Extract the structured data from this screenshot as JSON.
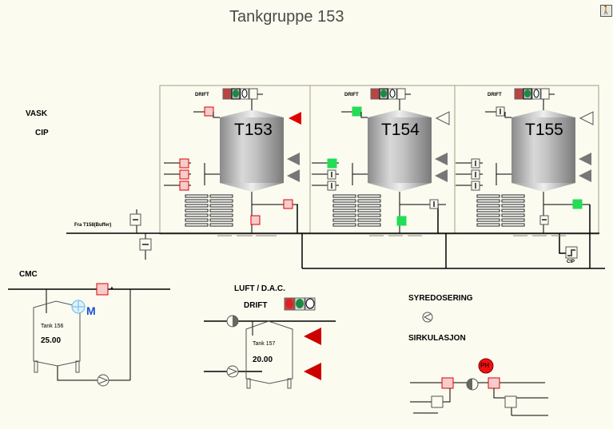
{
  "header": {
    "title": "Tankgruppe 153",
    "exit_icon": "person-walking-icon"
  },
  "left_labels": {
    "vask": "VASK",
    "cip": "CIP",
    "buffer_line": "Fra T158(Buffer)"
  },
  "tanks": [
    {
      "id": "T153",
      "drift_label": "DRIFT",
      "inlet_valve": "alarm",
      "outlet_state": "alarm",
      "fill_triangle": "red"
    },
    {
      "id": "T154",
      "drift_label": "DRIFT",
      "inlet_valve": "open",
      "outlet_state": "open",
      "fill_triangle": "outline"
    },
    {
      "id": "T155",
      "drift_label": "DRIFT",
      "inlet_valve": "closed",
      "outlet_state": "closed",
      "fill_triangle": "outline"
    }
  ],
  "cip_return": {
    "label": "CIP"
  },
  "cmc": {
    "label": "CMC",
    "tank_name": "Tank 156",
    "tank_value": "25.00",
    "mixer_label": "M"
  },
  "luft": {
    "label": "LUFT / D.A.C.",
    "drift_label": "DRIFT",
    "tank_name": "Tank 157",
    "tank_value": "20.00"
  },
  "syre": {
    "label": "SYREDOSERING",
    "sirk_label": "SIRKULASJON",
    "ph_label": "PH"
  },
  "colors": {
    "background": "#fbfbf0",
    "alarm_red": "#e00000",
    "valve_pink": "#f6cccc",
    "open_green": "#22dd55",
    "tank_grey": "#a8a8a8"
  }
}
